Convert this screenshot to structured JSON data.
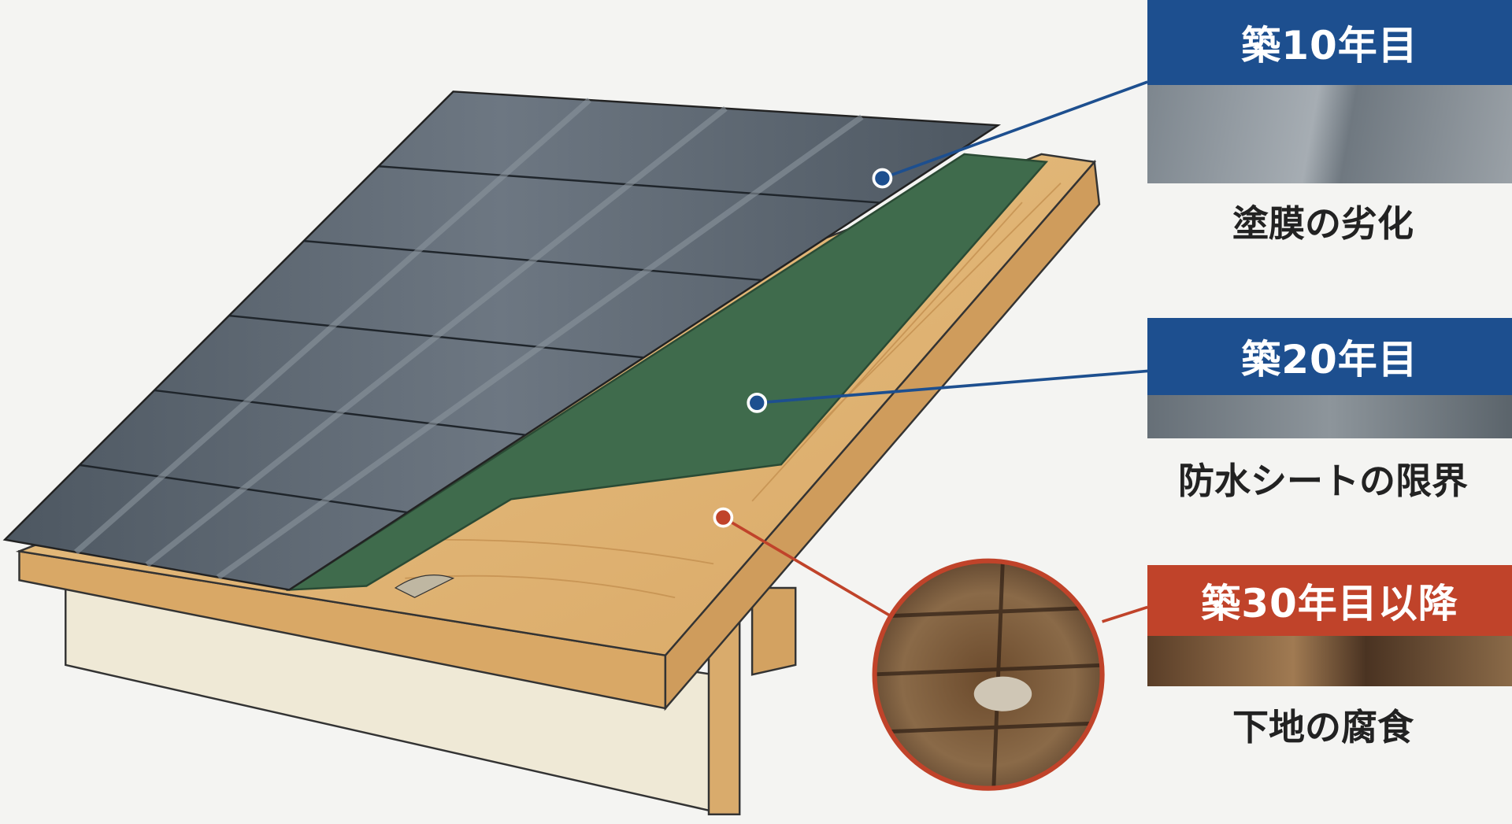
{
  "stages": [
    {
      "badge": "築10年目",
      "caption": "塗膜の劣化",
      "color": "#1d4f8f"
    },
    {
      "badge": "築20年目",
      "caption": "防水シートの限界",
      "color": "#1d4f8f"
    },
    {
      "badge": "築30年目以降",
      "caption": "下地の腐食",
      "color": "#c0432a"
    }
  ],
  "colors": {
    "tile": "#5c6670",
    "sheet": "#3f6b4c",
    "wood": "#e2b877",
    "wall": "#efe9d6"
  }
}
